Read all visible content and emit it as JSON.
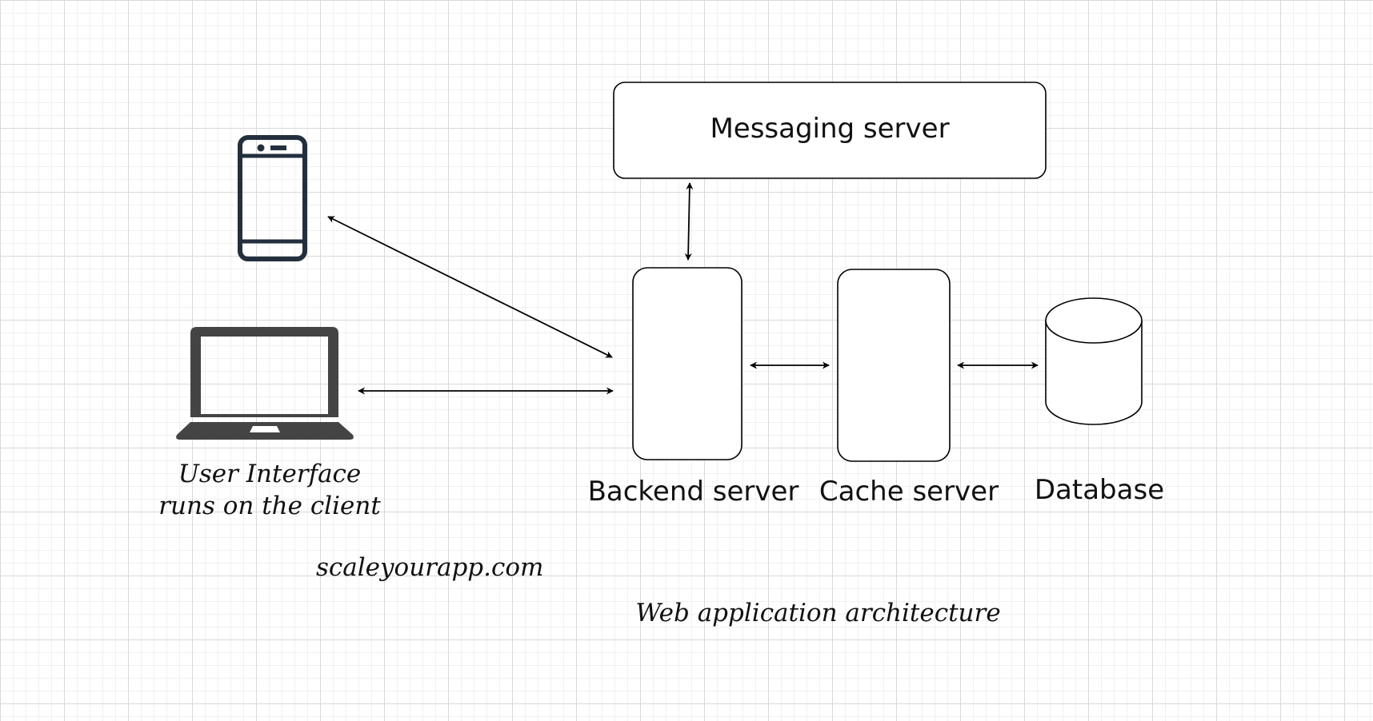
{
  "diagram": {
    "messaging_server": "Messaging server",
    "client_label_line1": "User Interface",
    "client_label_line2": "runs on the client",
    "backend_server": "Backend server",
    "cache_server": "Cache server",
    "database": "Database",
    "watermark": "scaleyourapp.com",
    "caption": "Web application architecture"
  },
  "icons": {
    "phone": "smartphone-icon",
    "laptop": "laptop-icon",
    "database": "database-cylinder-icon"
  },
  "colors": {
    "grid_major": "#d9d9d9",
    "grid_minor": "#f0f0f0",
    "phone_icon": "#232f3e",
    "laptop_icon": "#444444",
    "stroke": "#000000"
  }
}
